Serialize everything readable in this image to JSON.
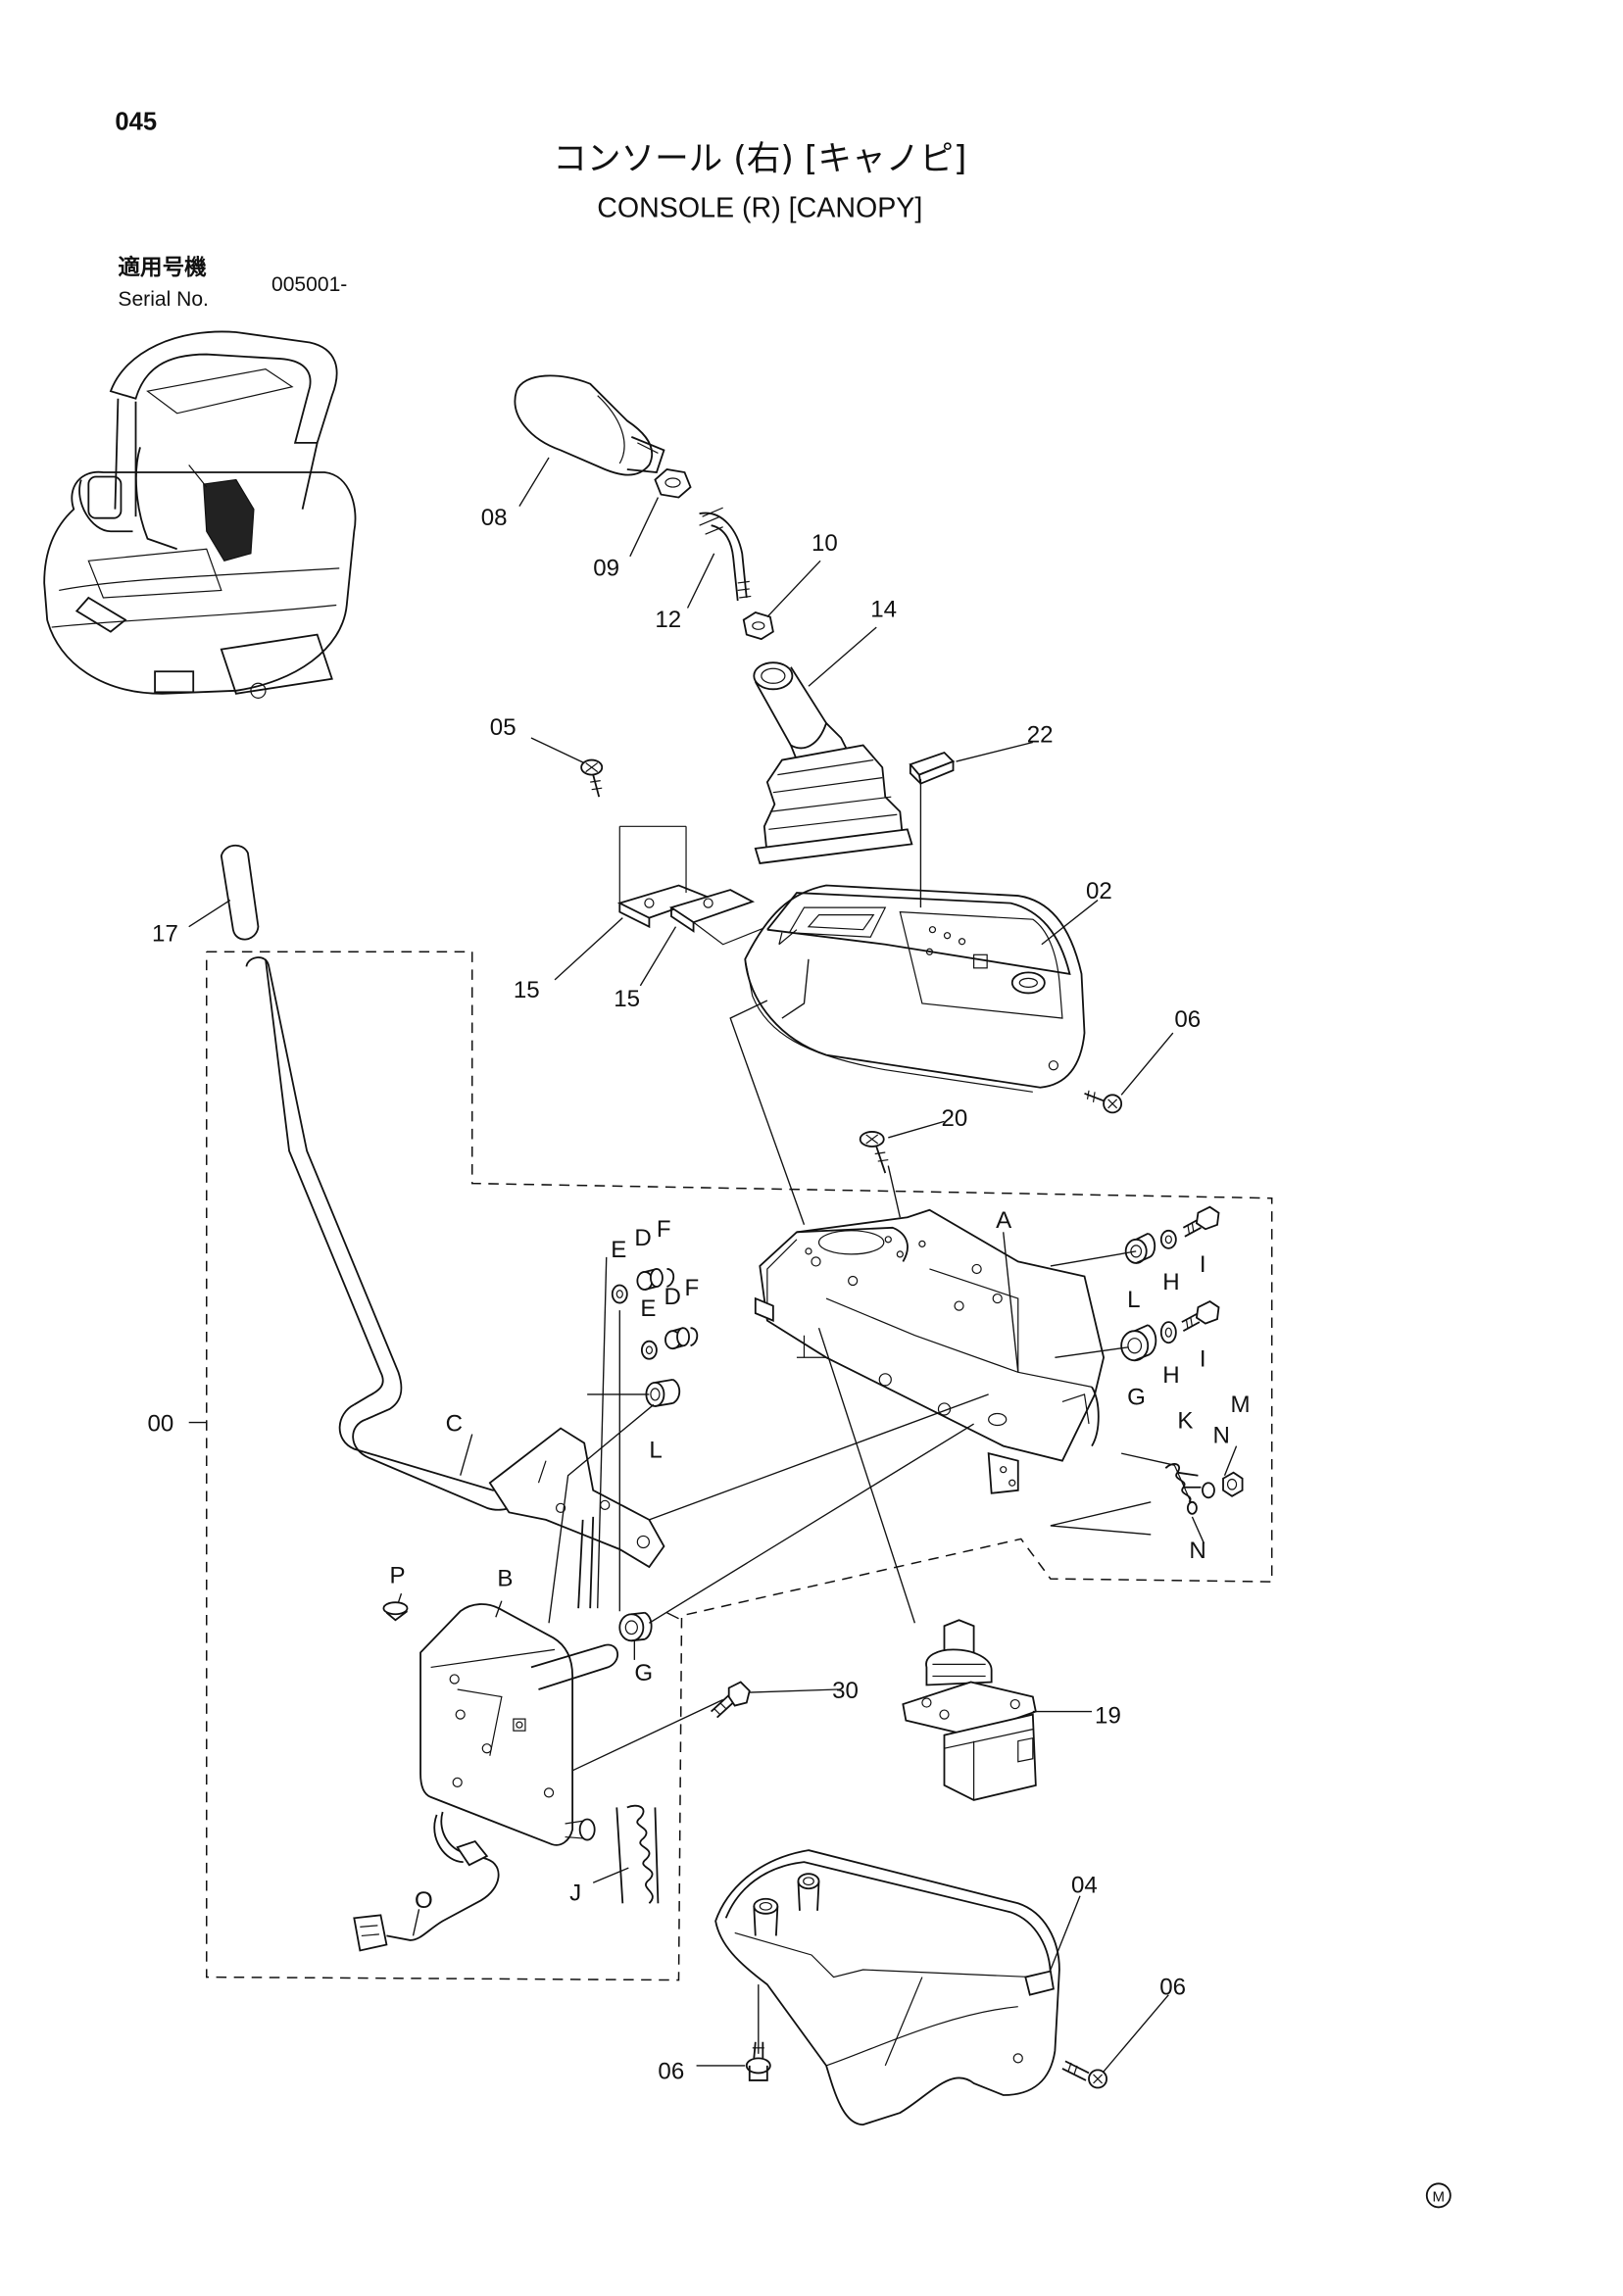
{
  "page_number": "045",
  "title_ja": "コンソール (右) [キャノピ]",
  "title_en": "CONSOLE (R) [CANOPY]",
  "applicable_label_ja": "適用号機",
  "serial_label": "Serial No.",
  "serial_value": "005001-",
  "mark": "M",
  "callouts": [
    "08",
    "09",
    "12",
    "10",
    "14",
    "05",
    "22",
    "17",
    "15",
    "15",
    "02",
    "06",
    "20",
    "A",
    "E",
    "D",
    "F",
    "E",
    "D",
    "F",
    "L",
    "H",
    "I",
    "L",
    "H",
    "I",
    "G",
    "C",
    "K",
    "N",
    "M",
    "N",
    "00",
    "P",
    "B",
    "G",
    "30",
    "19",
    "J",
    "O",
    "04",
    "06",
    "06"
  ]
}
